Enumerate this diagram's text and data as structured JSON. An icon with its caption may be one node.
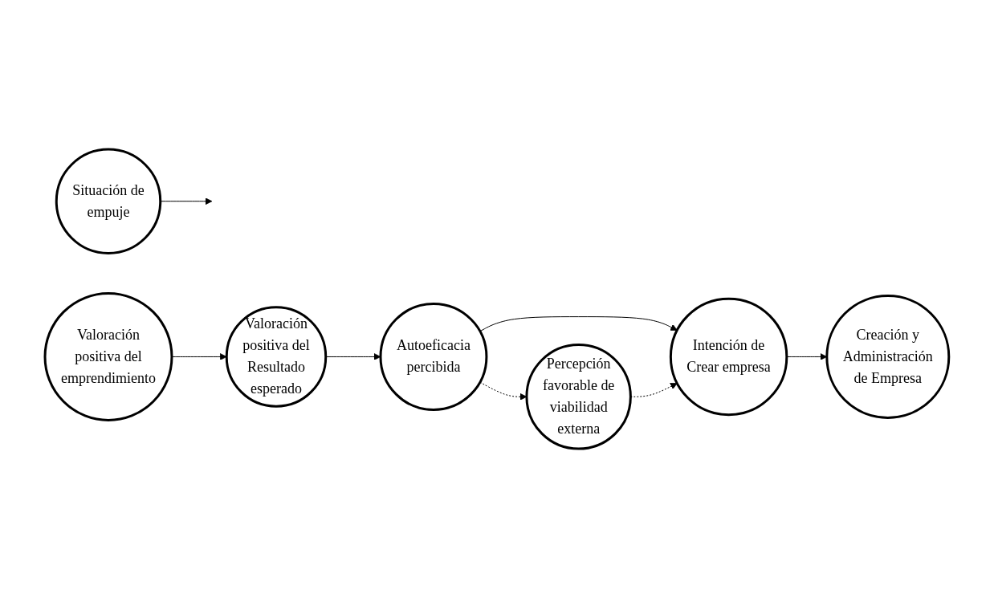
{
  "diagram": {
    "nodes": [
      {
        "text": [
          "Valoración positiva del emprendimiento"
        ]
      },
      {
        "text": [
          "Valoración positiva del Resultado esperado"
        ]
      },
      {
        "text": [
          "Autoeficacia percibida"
        ]
      },
      {
        "text": [
          "Intención de Crear empresa"
        ]
      },
      {
        "text": [
          "Creación y Administración de Empresa"
        ]
      },
      {
        "text": [
          "Percepción favorable de viabilidad externa"
        ]
      },
      {
        "text": [
          "Situación de empuje"
        ]
      }
    ],
    "edges": [
      {
        "from": 0,
        "to": 1,
        "arrow": "to"
      },
      {
        "from": 1,
        "to": 2,
        "arrow": "to"
      },
      {
        "from": 2,
        "to": 3,
        "arrow": "to"
      },
      {
        "from": 2,
        "to": 5,
        "arrow": "to",
        "style": "dashed"
      },
      {
        "from": 5,
        "to": 3,
        "arrow": "to",
        "style": "dashed"
      },
      {
        "from": 3,
        "to": 4,
        "arrow": "to"
      },
      {
        "from": 6,
        "to": null,
        "arrow": "to"
      }
    ]
  }
}
